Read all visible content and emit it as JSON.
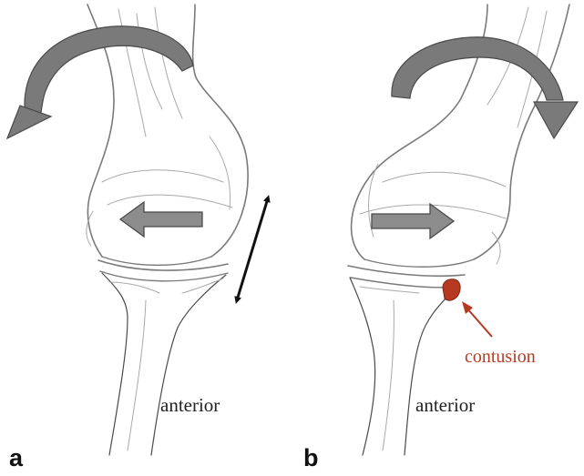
{
  "panels": [
    {
      "letter": "a",
      "caption": "anterior"
    },
    {
      "letter": "b",
      "caption": "anterior",
      "annotation": "contusion"
    }
  ],
  "colors": {
    "rotation_arrow": "#7a7a7a",
    "translation_arrow": "#8c8c8c",
    "sliding_arrow": "#111111",
    "contusion": "#b63a22",
    "bone_outline": "#7a7a7a"
  },
  "icons": {
    "rotation": "curved-rotation-arrow-icon",
    "translation": "block-arrow-icon",
    "sliding": "double-headed-arrow-icon",
    "pointer": "pointer-arrow-icon"
  }
}
